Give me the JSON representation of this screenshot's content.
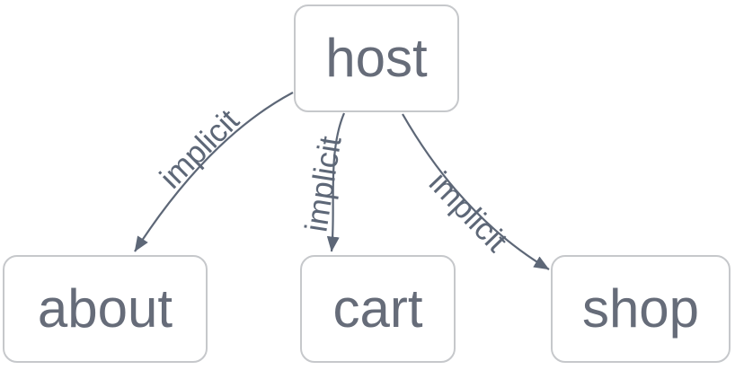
{
  "diagram": {
    "type": "dependency-graph",
    "colors": {
      "canvas_background": "#ffffff",
      "node_background": "#ffffff",
      "node_border": "#c6c8cb",
      "node_text": "#666c79",
      "edge_stroke": "#5d6777",
      "edge_label_text": "#5d6777"
    },
    "nodes": [
      {
        "id": "host",
        "label": "host"
      },
      {
        "id": "about",
        "label": "about"
      },
      {
        "id": "cart",
        "label": "cart"
      },
      {
        "id": "shop",
        "label": "shop"
      }
    ],
    "edges": [
      {
        "from": "host",
        "to": "about",
        "label": "implicit",
        "direction": "arrow-to-target"
      },
      {
        "from": "host",
        "to": "cart",
        "label": "implicit",
        "direction": "arrow-to-target"
      },
      {
        "from": "host",
        "to": "shop",
        "label": "implicit",
        "direction": "arrow-to-target"
      }
    ]
  }
}
